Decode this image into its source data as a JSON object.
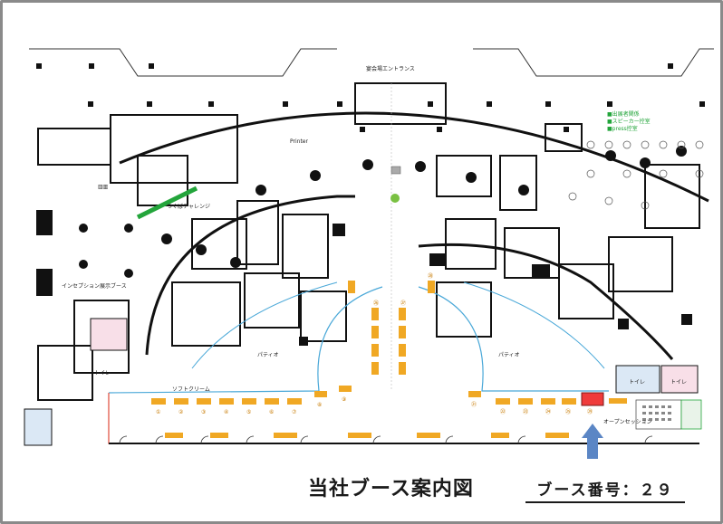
{
  "map": {
    "labels": {
      "entrance": "宴会場エントランス",
      "printer": "Printer",
      "tsukuba": "つくばチャレンジ",
      "incubation": "インセプション展示ブース",
      "patio_left": "パティオ",
      "patio_right": "パティオ",
      "toilet_left": "トイレ",
      "toilet_right1": "トイレ",
      "toilet_right2": "トイレ",
      "open_session": "オープンセッション",
      "soft_cream": "ソフトクリーム",
      "legend_1": "■出展者関係",
      "legend_2": "■スピーカー控室",
      "legend_3": "■press控室"
    },
    "booth_numbers_front": [
      "①",
      "②",
      "③",
      "④",
      "⑤",
      "⑥",
      "⑦",
      "⑧",
      "⑨"
    ],
    "booth_numbers_right": [
      "㉑",
      "㉒",
      "㉓",
      "㉔",
      "㉕",
      "㉖",
      "㉗",
      "㉘",
      "㉙"
    ],
    "colors": {
      "booth": "#f0a824",
      "highlight": "#ef3b3b",
      "arrow": "#5b86c5",
      "green_bar": "#23a53b",
      "green_dot": "#7ac142",
      "patio_line": "#4aa8d8",
      "wall": "#111111"
    }
  },
  "caption": {
    "title": "当社ブース案内図",
    "booth_number": "ブース番号：２９"
  }
}
